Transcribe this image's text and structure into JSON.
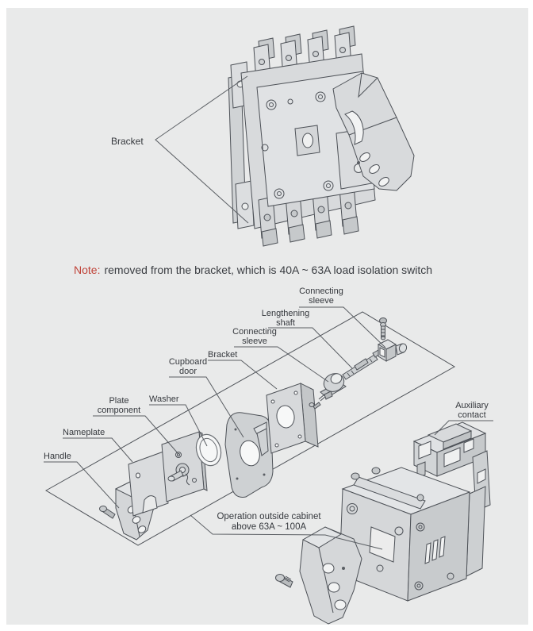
{
  "note": {
    "prefix": "Note:",
    "body": "removed from the bracket, which is 40A ~ 63A load isolation switch"
  },
  "top_figure": {
    "bracket_label": "Bracket"
  },
  "exploded": {
    "connecting_sleeve_top": {
      "line1": "Connecting",
      "line2": "sleeve"
    },
    "lengthening_shaft": {
      "line1": "Lengthening",
      "line2": "shaft"
    },
    "connecting_sleeve_mid": {
      "line1": "Connecting",
      "line2": "sleeve"
    },
    "bracket": {
      "label": "Bracket"
    },
    "cupboard_door": {
      "line1": "Cupboard",
      "line2": "door"
    },
    "washer": {
      "label": "Washer"
    },
    "plate_component": {
      "line1": "Plate",
      "line2": "component"
    },
    "nameplate": {
      "label": "Nameplate"
    },
    "handle": {
      "label": "Handle"
    },
    "auxiliary_contact": {
      "line1": "Auxiliary",
      "line2": "contact"
    },
    "operation_note": {
      "line1": "Operation outside cabinet",
      "line2": "above 63A ~ 100A"
    }
  },
  "colors": {
    "background": "#e9eaea",
    "note_red": "#c0443a",
    "text": "#35383d",
    "line": "#5a5e63"
  }
}
